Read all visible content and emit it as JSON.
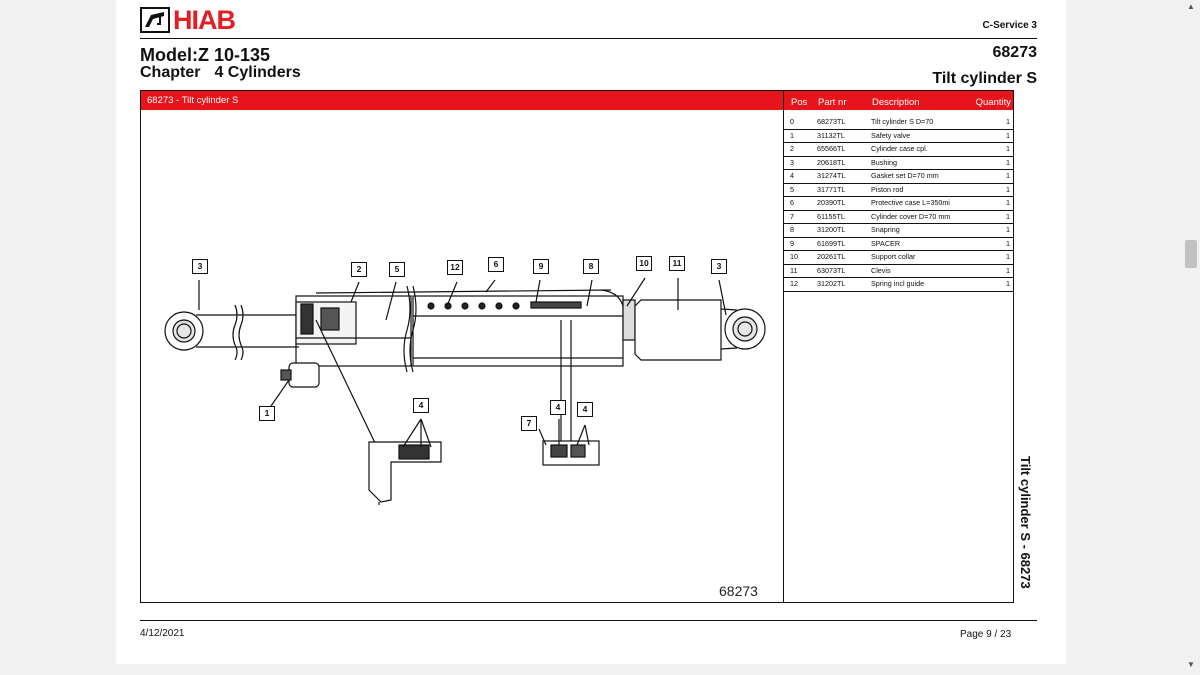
{
  "header": {
    "brand": "HIAB",
    "service": "C-Service 3",
    "model": "Model:Z 10-135",
    "chapter_label": "Chapter",
    "chapter_title": "4 Cylinders",
    "doc_number": "68273",
    "doc_title": "Tilt cylinder S"
  },
  "section": {
    "title": "68273 - Tilt cylinder S",
    "columns": {
      "pos": "Pos",
      "part": "Part nr",
      "desc": "Description",
      "qty": "Quantity"
    }
  },
  "parts": [
    {
      "pos": "0",
      "part": "68273TL",
      "desc": "Tilt cylinder S D=70",
      "qty": "1"
    },
    {
      "pos": "1",
      "part": "31132TL",
      "desc": "Safety valve",
      "qty": "1"
    },
    {
      "pos": "2",
      "part": "65566TL",
      "desc": "Cylinder case cpl.",
      "qty": "1"
    },
    {
      "pos": "3",
      "part": "20618TL",
      "desc": "Bushing",
      "qty": "1"
    },
    {
      "pos": "4",
      "part": "31274TL",
      "desc": "Gasket set D=70 mm",
      "qty": "1"
    },
    {
      "pos": "5",
      "part": "31771TL",
      "desc": "Piston rod",
      "qty": "1"
    },
    {
      "pos": "6",
      "part": "20390TL",
      "desc": "Protective case L=350mi",
      "qty": "1"
    },
    {
      "pos": "7",
      "part": "61155TL",
      "desc": "Cylinder cover D=70 mm",
      "qty": "1"
    },
    {
      "pos": "8",
      "part": "31200TL",
      "desc": "Snapring",
      "qty": "1"
    },
    {
      "pos": "9",
      "part": "61699TL",
      "desc": "SPACER",
      "qty": "1"
    },
    {
      "pos": "10",
      "part": "20261TL",
      "desc": "Support collar",
      "qty": "1"
    },
    {
      "pos": "11",
      "part": "63073TL",
      "desc": "Clevis",
      "qty": "1"
    },
    {
      "pos": "12",
      "part": "31202TL",
      "desc": "Spring incl guide",
      "qty": "1"
    }
  ],
  "drawing": {
    "number": "68273",
    "callouts": [
      "3",
      "2",
      "5",
      "12",
      "6",
      "9",
      "8",
      "10",
      "11",
      "3",
      "1",
      "4",
      "4",
      "4",
      "7"
    ]
  },
  "side_title": "Tilt cylinder S - 68273",
  "footer": {
    "date": "4/12/2021",
    "page": "Page 9 / 23"
  },
  "icons": {
    "logo": "hiab-crane-logo-icon",
    "scroll_up": "arrow-up-icon",
    "scroll_down": "arrow-down-icon"
  },
  "colors": {
    "brand_red": "#e31e24",
    "header_bar": "#e8141c"
  }
}
